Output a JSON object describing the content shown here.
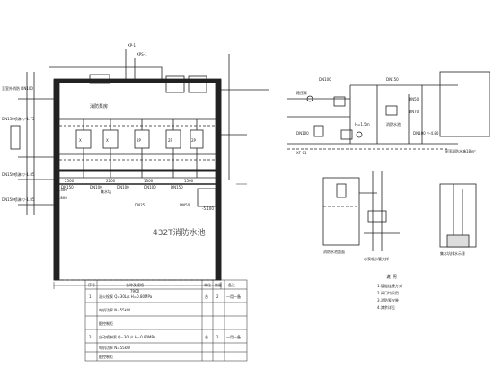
{
  "labels": {
    "xp1": "XP-1",
    "xp2": "XPS-1",
    "pump_room": "消防泵房",
    "water_tank": "432T消防水池",
    "collecting_well": "集水坑",
    "dn_150": "DN150",
    "dn100_1": "DN100",
    "dn100_2": "DN100",
    "dn100_3": "DN100",
    "dn150b": "DN150",
    "elev_1": "-0.300",
    "elev_2": "-4.800",
    "elev_3": "-5.100",
    "dn25": "DN25",
    "dn50": "DN50",
    "width": "7900",
    "col_1": "2500",
    "col_2": "2200",
    "col_3": "1300",
    "col_4": "1500",
    "left_1": "DN150喷淋  ▽-1.75",
    "left_2": "DN150喷淋  ▽-1.85",
    "left_3": "DN150喷淋  ▽-1.85",
    "left_4": "至室外消防 DN100",
    "pump_1": "2P",
    "pump_2": "2P",
    "pump_3": "2P",
    "pump_4": "X",
    "pump_5": "X",
    "r_dn100": "DN100",
    "r_dn150": "DN150",
    "r_dn50": "DN50",
    "r_dn70": "DN70",
    "r_pump": "XF-01",
    "r_tank": "屋顶消防水箱18m³",
    "r_note_1": "稳压泵",
    "r_note_2": "消防水池",
    "r_note_3": "H=1.5m",
    "r_elev": "DN100 ▽-4.80",
    "r_bottom": "DN100",
    "det_1_title": "消防水池剖面",
    "det_2_title": "水泵吸水管大样",
    "det_3_title": "集水坑排水示意",
    "notes_title": "说 明",
    "note_1": "1.管道连接方式",
    "note_2": "2.阀门均采用",
    "note_3": "3.消防泵安装",
    "note_4": "4.其余详见"
  },
  "table": {
    "headers": [
      "序号",
      "名称及规格",
      "单位",
      "数量",
      "备注"
    ],
    "rows": [
      [
        "1",
        "消火栓泵 Q=30L/s H=0.80MPa",
        "台",
        "2",
        "一用一备"
      ],
      [
        "",
        "电机功率 N=55kW",
        "",
        "",
        ""
      ],
      [
        "",
        "配控制柜",
        "",
        "",
        ""
      ],
      [
        "2",
        "自动喷淋泵 Q=30L/s H=0.80MPa",
        "台",
        "2",
        "一用一备"
      ],
      [
        "",
        "电机功率 N=55kW",
        "",
        "",
        ""
      ],
      [
        "",
        "配控制柜",
        "",
        "",
        ""
      ]
    ]
  }
}
